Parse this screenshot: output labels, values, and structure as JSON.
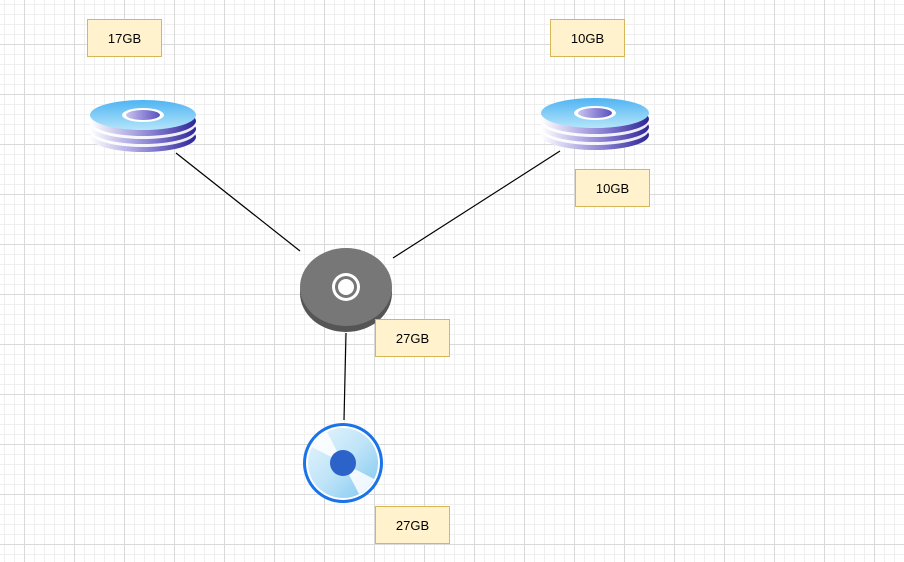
{
  "diagram": {
    "nodes": [
      {
        "id": "disk-stack-left",
        "icon": "storage-disk-stack-icon"
      },
      {
        "id": "disk-stack-right",
        "icon": "storage-disk-stack-icon"
      },
      {
        "id": "hub-disc",
        "icon": "optical-disc-hub-icon"
      },
      {
        "id": "cd-bottom",
        "icon": "cd-rom-icon"
      }
    ],
    "edges": [
      {
        "from": "hub-disc",
        "to": "disk-stack-left"
      },
      {
        "from": "hub-disc",
        "to": "disk-stack-right"
      },
      {
        "from": "hub-disc",
        "to": "cd-bottom"
      }
    ],
    "labels": {
      "top_left": "17GB",
      "top_right": "10GB",
      "right": "10GB",
      "center": "27GB",
      "bottom": "27GB"
    },
    "colors": {
      "label_fill": "#fff2cc",
      "label_border": "#d6b656",
      "edge": "#000000",
      "disk_stack_dark": "#3a2fa8",
      "disk_stack_light": "#6ec8f5",
      "hub_disc": "#777777",
      "cd_blue": "#1a73e8"
    }
  }
}
